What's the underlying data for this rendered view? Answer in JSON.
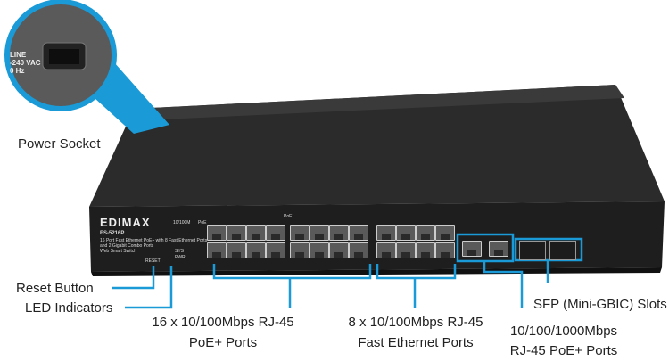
{
  "inset": {
    "title": "Power Socket",
    "socket_text": [
      "LINE",
      "-240 VAC",
      "0 Hz"
    ]
  },
  "device": {
    "brand": "EDIMAX",
    "model": "ES-5216P",
    "description": [
      "16 Port Fast Ethernet PoE+ with 8 Fast Ethernet Ports",
      "and 2 Gigabit Combo Ports",
      "Web Smart Switch"
    ],
    "reset": "RESET",
    "sys": "SYS",
    "pwr": "PWR",
    "led_speed": "10/100M",
    "led_poe": "PoE",
    "poe_group": "PoE"
  },
  "callouts": {
    "reset": "Reset Button",
    "led": "LED Indicators",
    "poe_ports": [
      "16 x 10/100Mbps RJ-45",
      "PoE+ Ports"
    ],
    "fe_ports": [
      "8 x 10/100Mbps RJ-45",
      "Fast Ethernet Ports"
    ],
    "sfp": "SFP (Mini-GBIC) Slots",
    "gbe_ports": [
      "10/100/1000Mbps",
      "RJ-45 PoE+ Ports"
    ]
  },
  "colors": {
    "accent": "#1a9ad6",
    "body": "#1e1e1e"
  }
}
